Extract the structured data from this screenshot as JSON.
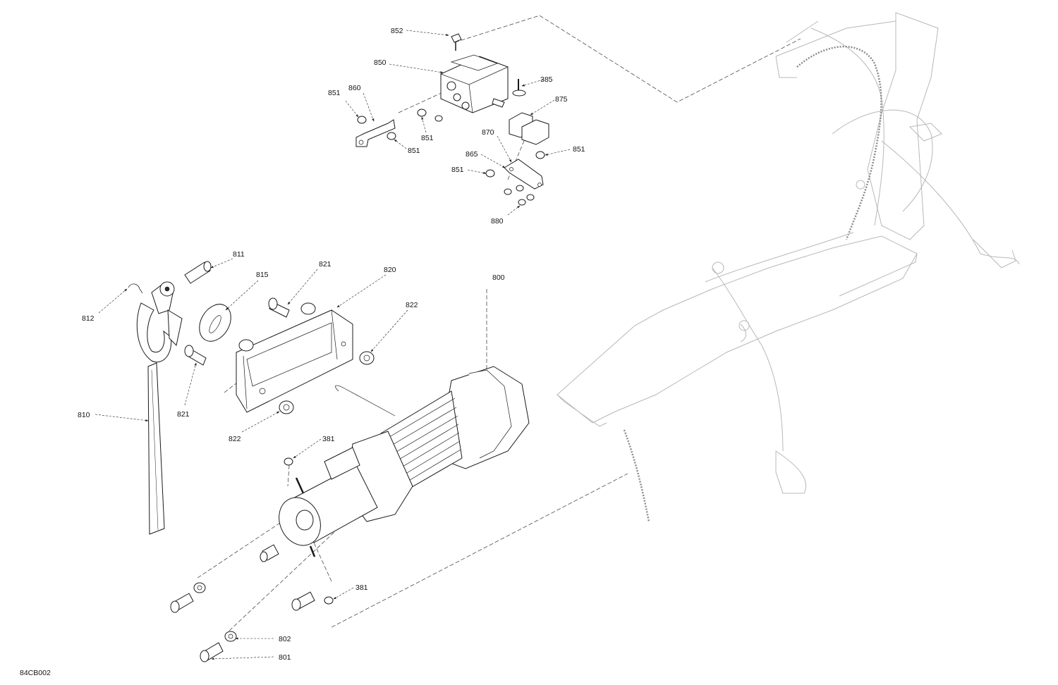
{
  "diagram_id": "84CB002",
  "labels": {
    "p852": "852",
    "p850": "850",
    "p385": "385",
    "p860": "860",
    "p851_a": "851",
    "p851_b": "851",
    "p851_c": "851",
    "p875": "875",
    "p870": "870",
    "p865": "865",
    "p851_d": "851",
    "p851_e": "851",
    "p880": "880",
    "p811": "811",
    "p815": "815",
    "p821_a": "821",
    "p820": "820",
    "p800": "800",
    "p822_a": "822",
    "p812": "812",
    "p821_b": "821",
    "p810": "810",
    "p822_b": "822",
    "p381_a": "381",
    "p381_b": "381",
    "p802": "802",
    "p801": "801"
  }
}
